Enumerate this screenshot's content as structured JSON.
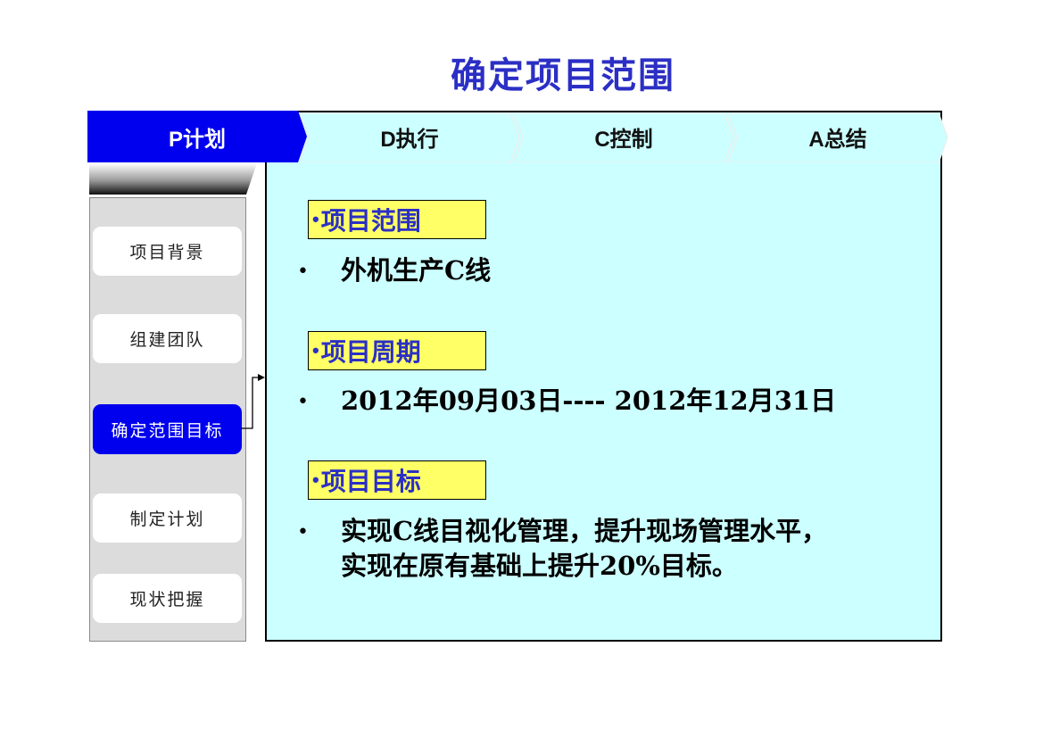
{
  "slide": {
    "title": "确定项目范围"
  },
  "phases": [
    {
      "label": "P计划",
      "active": true
    },
    {
      "label": "D执行",
      "active": false
    },
    {
      "label": "C控制",
      "active": false
    },
    {
      "label": "A总结",
      "active": false
    }
  ],
  "sidebar": {
    "items": [
      {
        "label": "项目背景",
        "active": false
      },
      {
        "label": "组建团队",
        "active": false
      },
      {
        "label": "确定范围目标",
        "active": true
      },
      {
        "label": "制定计划",
        "active": false
      },
      {
        "label": "现状把握",
        "active": false
      }
    ]
  },
  "sections": [
    {
      "bullet": "•",
      "label": "项目范围",
      "content_bullet": "•",
      "content": [
        "外机生产C线"
      ]
    },
    {
      "bullet": "•",
      "label": "项目周期",
      "content_bullet": "•",
      "content": [
        "2012年09月03日---- 2012年12月31日"
      ]
    },
    {
      "bullet": "•",
      "label": "项目目标",
      "content_bullet": "•",
      "content": [
        "实现C线目视化管理，提升现场管理水平，",
        "实现在原有基础上提升20%目标。"
      ]
    }
  ],
  "colors": {
    "title": "#2b2fc4",
    "active_phase": "#0000ee",
    "content_bg": "#ccffff",
    "label_bg": "#ffff66",
    "sidebar_bg": "#dcdcdc"
  }
}
